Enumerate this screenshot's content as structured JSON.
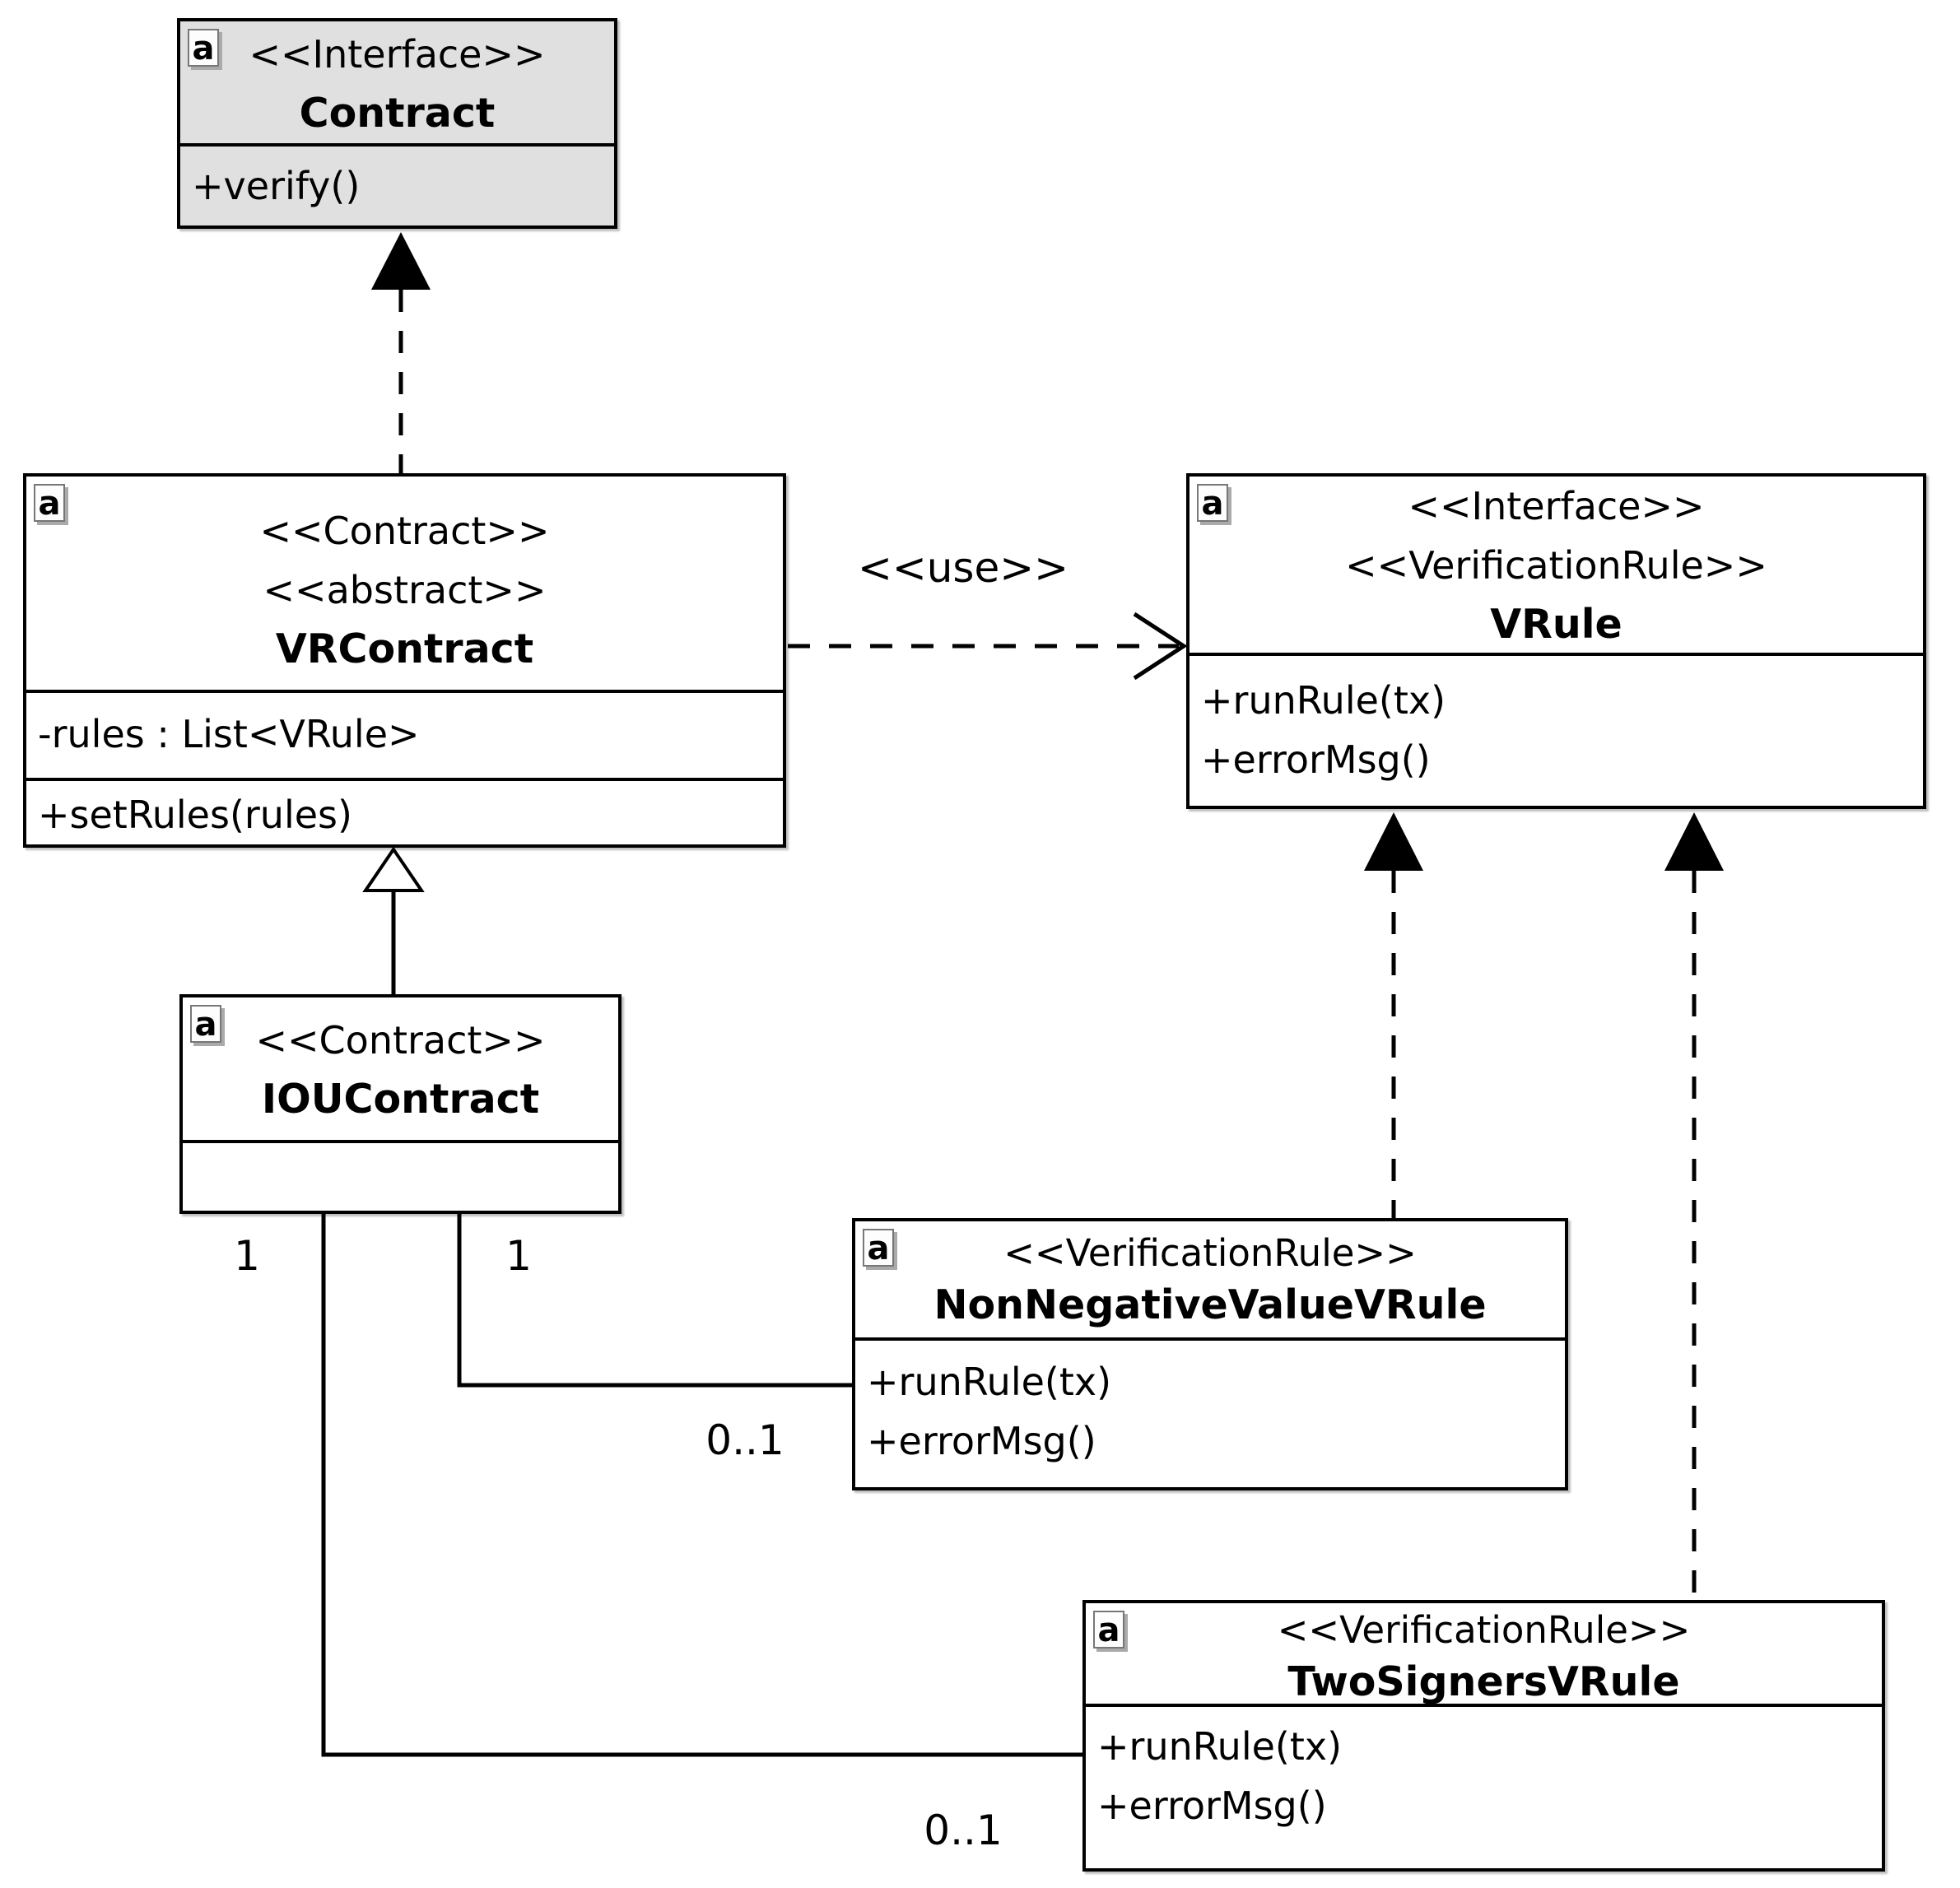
{
  "diagram_type": "uml-class-diagram",
  "classes": {
    "contract": {
      "icon": "a",
      "stereotype1": "<<Interface>>",
      "name": "Contract",
      "method1": "+verify()"
    },
    "vrcontract": {
      "icon": "a",
      "stereotype1": "<<Contract>>",
      "stereotype2": "<<abstract>>",
      "name": "VRContract",
      "attribute1": "-rules : List<VRule>",
      "method1": "+setRules(rules)"
    },
    "vrule": {
      "icon": "a",
      "stereotype1": "<<Interface>>",
      "stereotype2": "<<VerificationRule>>",
      "name": "VRule",
      "method1": "+runRule(tx)",
      "method2": "+errorMsg()"
    },
    "ioucontract": {
      "icon": "a",
      "stereotype1": "<<Contract>>",
      "name": "IOUContract"
    },
    "nonnegativevaluevrule": {
      "icon": "a",
      "stereotype1": "<<VerificationRule>>",
      "name": "NonNegativeValueVRule",
      "method1": "+runRule(tx)",
      "method2": "+errorMsg()"
    },
    "twosignersvrule": {
      "icon": "a",
      "stereotype1": "<<VerificationRule>>",
      "name": "TwoSignersVRule",
      "method1": "+runRule(tx)",
      "method2": "+errorMsg()"
    }
  },
  "relationships": {
    "vrcontract_realizes_contract": {
      "type": "realization",
      "style": "dashed-filled-triangle"
    },
    "vrcontract_uses_vrule": {
      "type": "dependency",
      "label": "<<use>>"
    },
    "ioucontract_extends_vrcontract": {
      "type": "generalization",
      "style": "solid-hollow-triangle"
    },
    "nonnegative_realizes_vrule": {
      "type": "realization",
      "style": "dashed-filled-triangle"
    },
    "twosigners_realizes_vrule": {
      "type": "realization",
      "style": "dashed-filled-triangle"
    },
    "iou_to_nonnegative": {
      "type": "association",
      "source_multiplicity": "1",
      "target_multiplicity": "0..1"
    },
    "iou_to_twosigners": {
      "type": "association",
      "source_multiplicity": "1",
      "target_multiplicity": "0..1"
    }
  },
  "colors": {
    "interface_fill": "#e0e0e0",
    "class_fill": "#ffffff",
    "line_color": "#000000"
  }
}
